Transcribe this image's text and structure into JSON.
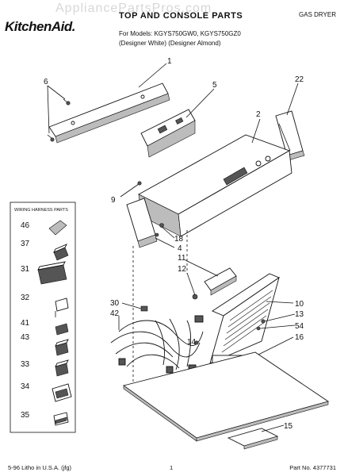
{
  "header": {
    "brand": "KitchenAid.",
    "watermark": "AppliancePartsPros.com",
    "title": "TOP AND CONSOLE PARTS",
    "for_models": "For Models: KGYS750GW0, KGYS750GZ0",
    "colors": "(Designer White) (Designer Almond)",
    "dryer_type": "GAS DRYER"
  },
  "harness": {
    "title": "WIRING HARNESS PARTS",
    "items": [
      "46",
      "37",
      "31",
      "32",
      "41",
      "43",
      "33",
      "34",
      "35"
    ]
  },
  "callouts": {
    "c1": "1",
    "c2": "2",
    "c4": "4",
    "c5": "5",
    "c6": "6",
    "c9": "9",
    "c10": "10",
    "c11": "11",
    "c12": "12",
    "c13": "13",
    "c14": "14",
    "c15": "15",
    "c16": "16",
    "c18": "18",
    "c22": "22",
    "c30": "30",
    "c42": "42",
    "c54": "54"
  },
  "footer": {
    "litho": "5-96 Litho in U.S.A. (jfg)",
    "page": "1",
    "part_no": "Part No. 4377731"
  }
}
